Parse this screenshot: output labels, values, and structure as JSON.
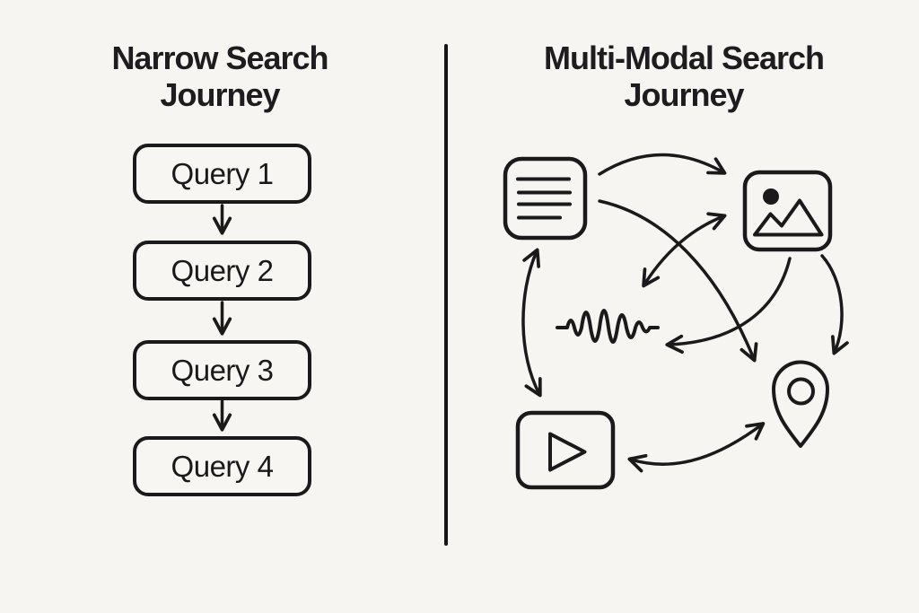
{
  "canvas": {
    "background_color": "#f6f5f2",
    "ink_color": "#1a1a1a"
  },
  "left_panel": {
    "title_line1": "Narrow Search",
    "title_line2": "Journey",
    "queries": [
      {
        "label": "Query 1"
      },
      {
        "label": "Query 2"
      },
      {
        "label": "Query 3"
      },
      {
        "label": "Query 4"
      }
    ],
    "flow": "Query 1 -> Query 2 -> Query 3 -> Query 4"
  },
  "right_panel": {
    "title_line1": "Multi-Modal Search",
    "title_line2": "Journey",
    "nodes": [
      {
        "icon": "text-document-icon",
        "modality": "text"
      },
      {
        "icon": "image-icon",
        "modality": "image"
      },
      {
        "icon": "audio-waveform-icon",
        "modality": "audio"
      },
      {
        "icon": "video-icon",
        "modality": "video"
      },
      {
        "icon": "location-pin-icon",
        "modality": "location"
      }
    ],
    "edges": [
      {
        "from": "text",
        "to": "image",
        "bidirectional": false
      },
      {
        "from": "audio",
        "to": "image",
        "bidirectional": true
      },
      {
        "from": "text",
        "to": "location",
        "bidirectional": false
      },
      {
        "from": "image",
        "to": "audio",
        "bidirectional": false
      },
      {
        "from": "image",
        "to": "location",
        "bidirectional": false
      },
      {
        "from": "text",
        "to": "video",
        "bidirectional": true
      },
      {
        "from": "video",
        "to": "location",
        "bidirectional": true
      }
    ]
  }
}
